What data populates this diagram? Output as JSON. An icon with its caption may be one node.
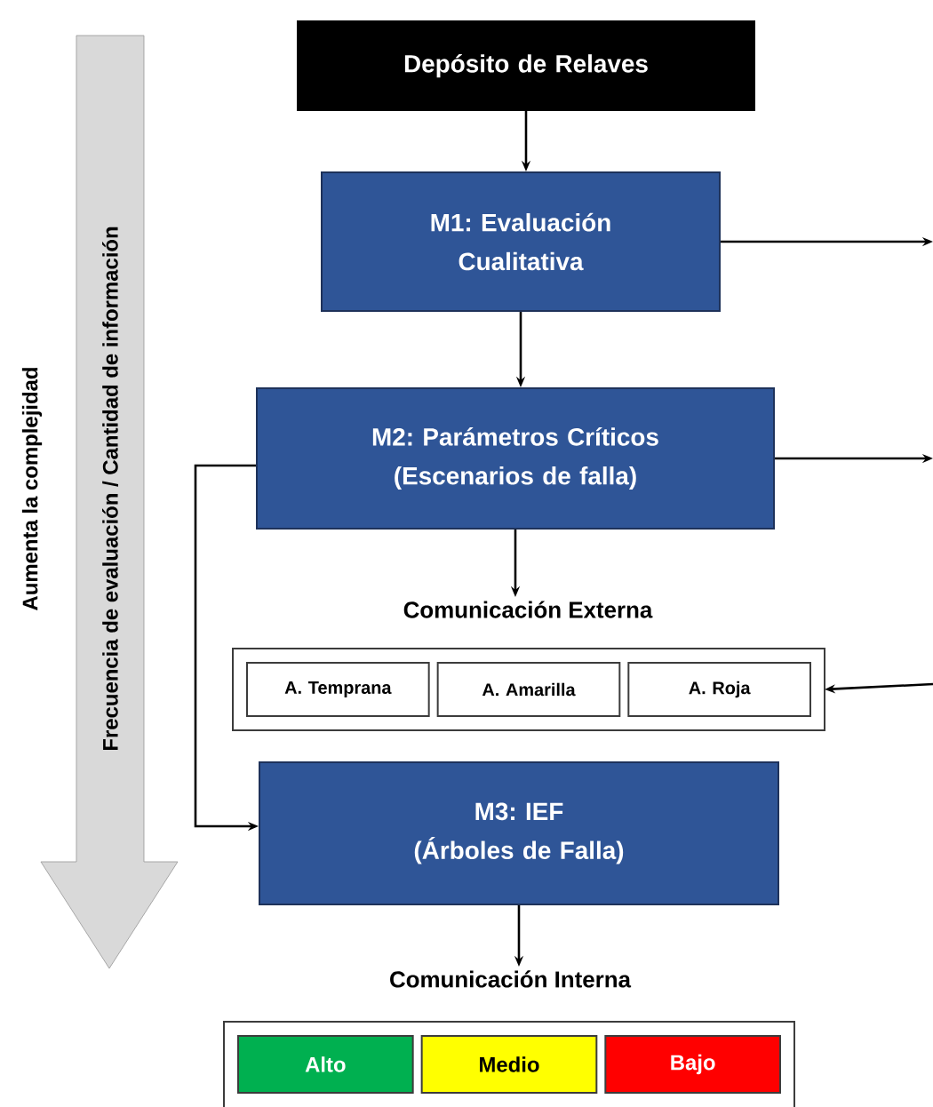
{
  "diagram": {
    "nodes": [
      {
        "text": [
          "Depósito de Relaves"
        ]
      },
      {
        "text": [
          "M1: Evaluación Cualitativa"
        ]
      },
      {
        "text": [
          "M2: Parámetros Críticos",
          "(Escenarios de falla)"
        ]
      },
      {
        "text": [
          "Comunicación  Externa"
        ]
      },
      {
        "text": [
          "A. Temprana"
        ],
        "in": 3
      },
      {
        "text": [
          "A. Amarilla"
        ],
        "in": 3
      },
      {
        "text": [
          "A. Roja"
        ],
        "in": 3
      },
      {
        "text": [
          "M3: IEF",
          "(Árboles de Falla)"
        ]
      },
      {
        "text": [
          "Comunicación Interna"
        ]
      },
      {
        "text": [
          "Alto"
        ],
        "in": 8
      },
      {
        "text": [
          "Medio"
        ],
        "in": 8
      },
      {
        "text": [
          "Bajo"
        ],
        "in": 8
      },
      {
        "text": [
          "Frecuencia de evaluación / Cantidad de información"
        ],
        "beside": [
          "Aumenta la complejidad"
        ]
      }
    ],
    "edges": [
      {
        "from": 0,
        "to": 1,
        "arrow": "to"
      },
      {
        "from": 1,
        "to": 2,
        "arrow": "to"
      },
      {
        "from": 1,
        "to": null,
        "arrow": "to"
      },
      {
        "from": 2,
        "to": null,
        "arrow": "to"
      },
      {
        "from": 2,
        "to": 3,
        "arrow": "to"
      },
      {
        "from": null,
        "to": 3,
        "arrow": "to"
      },
      {
        "from": 2,
        "to": 7,
        "arrow": "to"
      },
      {
        "from": 7,
        "to": 8,
        "arrow": "to"
      }
    ]
  }
}
